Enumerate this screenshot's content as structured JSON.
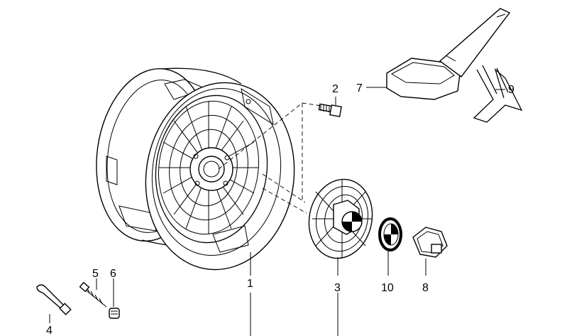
{
  "parts": [
    {
      "id": "rim",
      "label": "1"
    },
    {
      "id": "bolt",
      "label": "2"
    },
    {
      "id": "hub-cap",
      "label": "3"
    },
    {
      "id": "valve",
      "label": "4"
    },
    {
      "id": "valve-insert",
      "label": "5"
    },
    {
      "id": "valve-cap",
      "label": "6"
    },
    {
      "id": "bolt-wrench",
      "label": "7"
    },
    {
      "id": "wheel-lock",
      "label": "8"
    },
    {
      "id": "retaining-clip",
      "label": "9"
    },
    {
      "id": "emblem",
      "label": "10"
    }
  ]
}
